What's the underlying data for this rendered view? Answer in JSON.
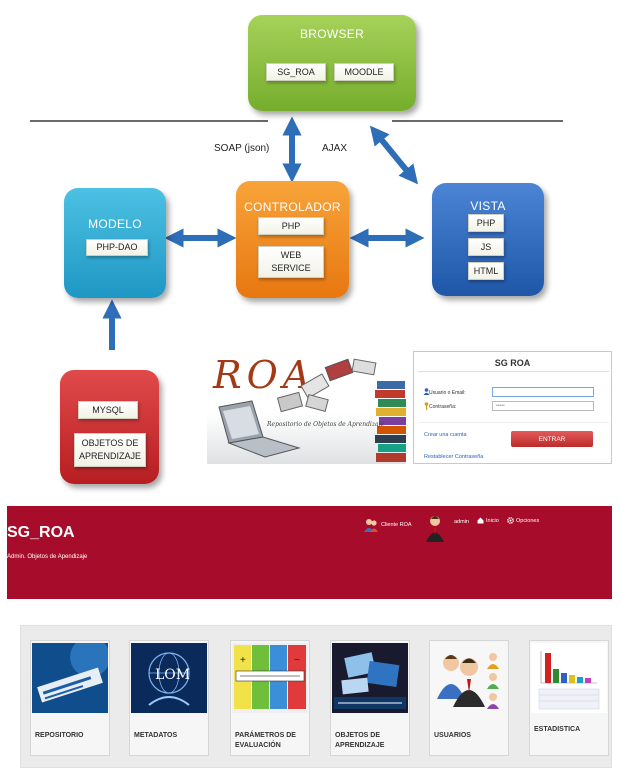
{
  "diagram": {
    "browser": {
      "title": "BROWSER",
      "items": [
        "SG_ROA",
        "MOODLE"
      ]
    },
    "controlador": {
      "title": "CONTROLADOR",
      "items": [
        "PHP",
        "WEB SERVICE"
      ]
    },
    "modelo": {
      "title": "MODELO",
      "items": [
        "PHP-DAO"
      ]
    },
    "vista": {
      "title": "VISTA",
      "items": [
        "PHP",
        "JS",
        "HTML"
      ]
    },
    "database": {
      "items": [
        "MYSQL",
        "OBJETOS DE APRENDIZAJE"
      ]
    },
    "edge_labels": {
      "soap": "SOAP (json)",
      "ajax": "AJAX"
    },
    "colors": {
      "browser": "#8bc240",
      "controlador": "#f08a22",
      "modelo": "#2eaed6",
      "vista": "#2f6cc4",
      "database": "#cc3333",
      "arrow": "#2e6db8"
    }
  },
  "roa_logo": {
    "text": "ROA",
    "subtitle": "Repositorio de Objetos de Aprendizaje"
  },
  "login": {
    "title": "SG ROA",
    "user_label": "Usuario o Email:",
    "password_label": "Contraseña:",
    "password_value": "•••••",
    "create_account": "Crear una cuenta",
    "submit": "ENTRAR",
    "reset_password": "Restablecer Contraseña"
  },
  "header": {
    "title": "SG_ROA",
    "subtitle": "Admin. Objetos de Apendizaje",
    "client": "Cliente ROA",
    "user": "admin",
    "home": "Inicio",
    "options": "Opciones",
    "color": "#a70d2a"
  },
  "modules": [
    {
      "label": "REPOSITORIO",
      "icon": "repositorio-image"
    },
    {
      "label": "METADATOS",
      "icon": "lom-image"
    },
    {
      "label": "PARÁMETROS DE EVALUACIÓN",
      "icon": "evaluacion-image"
    },
    {
      "label": "OBJETOS DE APRENDIZAJE",
      "icon": "objetos-image"
    },
    {
      "label": "USUARIOS",
      "icon": "usuarios-image"
    },
    {
      "label": "ESTADISTICA",
      "icon": "estadistica-image"
    }
  ]
}
